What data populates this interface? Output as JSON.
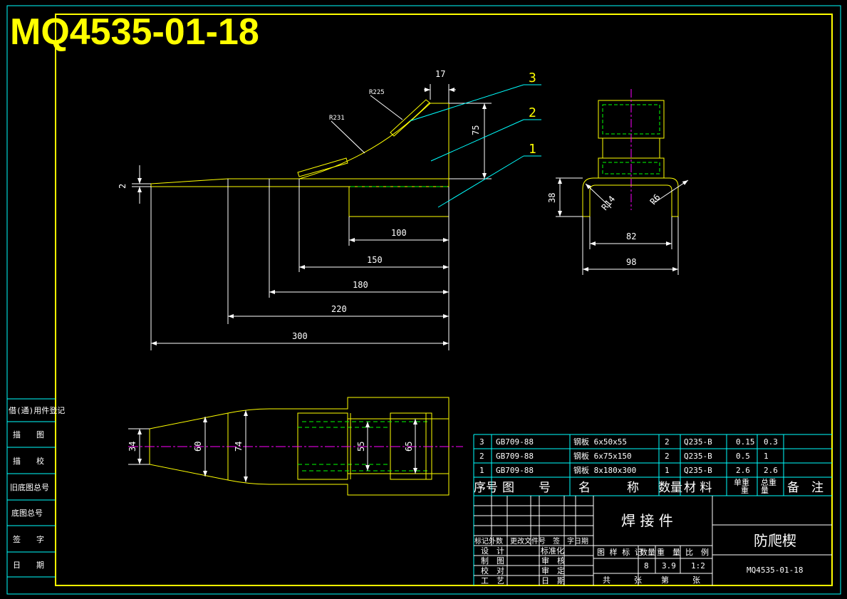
{
  "drawing_number_large": "MQ4535-01-18",
  "dimensions": {
    "d17": "17",
    "d75": "75",
    "d2": "2",
    "d100": "100",
    "d150": "150",
    "d180": "180",
    "d220": "220",
    "d300": "300",
    "r225": "R225",
    "r231": "R231",
    "d38": "38",
    "r14": "R14",
    "r6": "R6",
    "d82": "82",
    "d98": "98",
    "d34": "34",
    "d60": "60",
    "d74": "74",
    "d55": "55",
    "d65": "65"
  },
  "balloons": {
    "b1": "1",
    "b2": "2",
    "b3": "3"
  },
  "sidebar": {
    "s1": "借(通)用件登记",
    "s2": "描　　图",
    "s3": "描　　校",
    "s4": "旧底图总号",
    "s5": "底图总号",
    "s6": "签　　字",
    "s7": "日　　期"
  },
  "parts": [
    {
      "no": "3",
      "drawing": "GB709-88",
      "name": "钢板 6x50x55",
      "qty": "2",
      "material": "Q235-B",
      "unit_wt": "0.15",
      "total_wt": "0.3"
    },
    {
      "no": "2",
      "drawing": "GB709-88",
      "name": "钢板 6x75x150",
      "qty": "2",
      "material": "Q235-B",
      "unit_wt": "0.5",
      "total_wt": "1"
    },
    {
      "no": "1",
      "drawing": "GB709-88",
      "name": "钢板 8x180x300",
      "qty": "1",
      "material": "Q235-B",
      "unit_wt": "2.6",
      "total_wt": "2.6"
    }
  ],
  "parts_header": {
    "no": "序号",
    "drawing": "图　　号",
    "name": "名　　　称",
    "qty": "数量",
    "material": "材 料",
    "unit_wt_1": "单重",
    "unit_wt_2": "重",
    "total_wt_1": "总重",
    "total_wt_2": "量",
    "remark": "备　注"
  },
  "title_block": {
    "part_type": "焊 接 件",
    "part_name": "防爬楔",
    "drawing_number": "MQ4535-01-18",
    "rev_header": "标记外数　更改文件号　签　字日期",
    "design": "设　计",
    "draw": "制　图",
    "check": "校　对",
    "process": "工　艺",
    "std": "标准化",
    "review": "审　核",
    "approve": "审　定",
    "date": "日　期",
    "stage_hdr": "图 样 标 记",
    "qty_hdr": "数量",
    "weight_hdr": "重　量",
    "scale_hdr": "比　例",
    "qty_val": "8",
    "weight_val": "3.9",
    "scale_val": "1:2",
    "total_sheets": "共　　　张",
    "sheet_no": "第　　　张"
  }
}
